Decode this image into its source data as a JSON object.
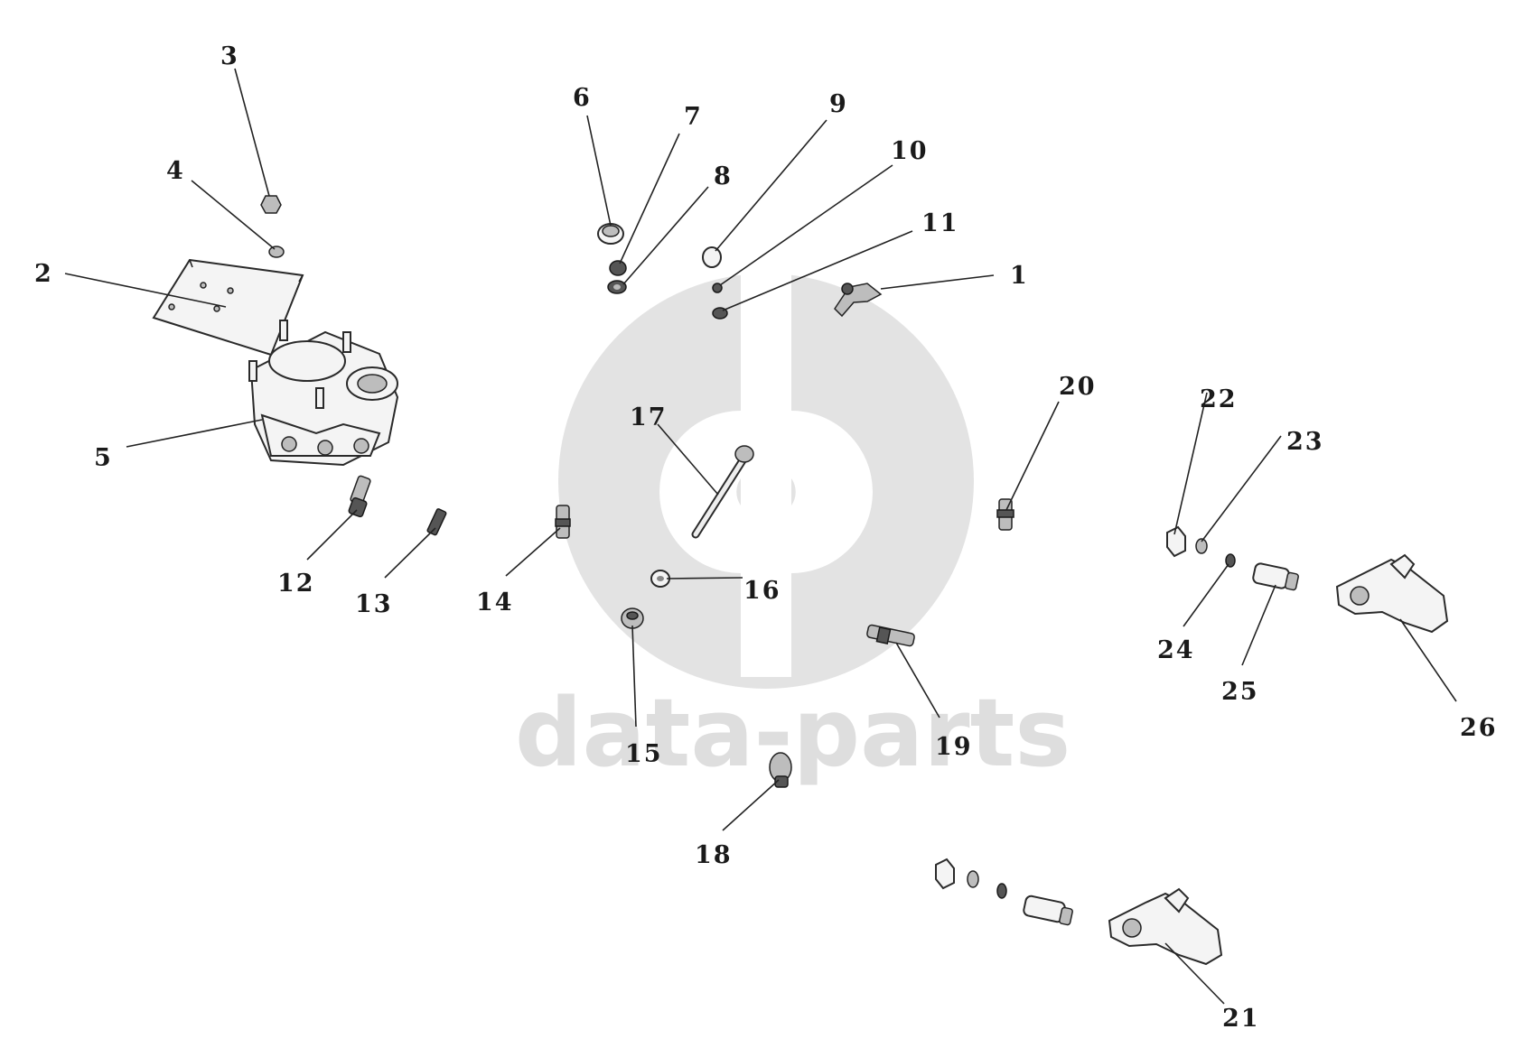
{
  "watermark": {
    "brand_text": "data-parts",
    "color": "#dedede"
  },
  "callouts": [
    "1",
    "2",
    "3",
    "4",
    "5",
    "6",
    "7",
    "8",
    "9",
    "10",
    "11",
    "12",
    "13",
    "14",
    "15",
    "16",
    "17",
    "18",
    "19",
    "20",
    "21",
    "22",
    "23",
    "24",
    "25",
    "26"
  ]
}
